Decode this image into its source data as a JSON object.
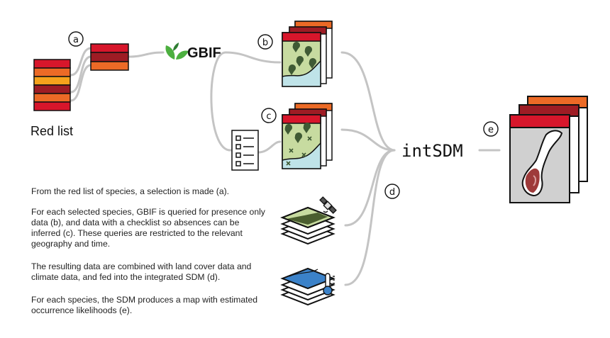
{
  "labels": {
    "red_list": "Red list",
    "gbif": "GBIF",
    "intsdm": "intSDM",
    "marker_a": "a",
    "marker_b": "b",
    "marker_c": "c",
    "marker_d": "d",
    "marker_e": "e"
  },
  "description": [
    "From the red list of species, a selection is made (a).",
    "For each selected species, GBIF is queried for presence only data (b), and data with a checklist so absences can be inferred (c). These queries are restricted to the relevant geography and time.",
    "The resulting data are combined with land cover data and climate data, and fed into the integrated SDM (d).",
    "For each species, the SDM produces a map with estimated occurrence likelihoods (e)."
  ],
  "colors": {
    "red": "#d7162b",
    "dark_red": "#9e1c24",
    "orange": "#ec6a26",
    "amber": "#f5a21c",
    "map_green": "#c7dba0",
    "water_blue": "#bfe3e8",
    "connector": "#c4c4c4",
    "gbif_green": "#4caf3f"
  }
}
